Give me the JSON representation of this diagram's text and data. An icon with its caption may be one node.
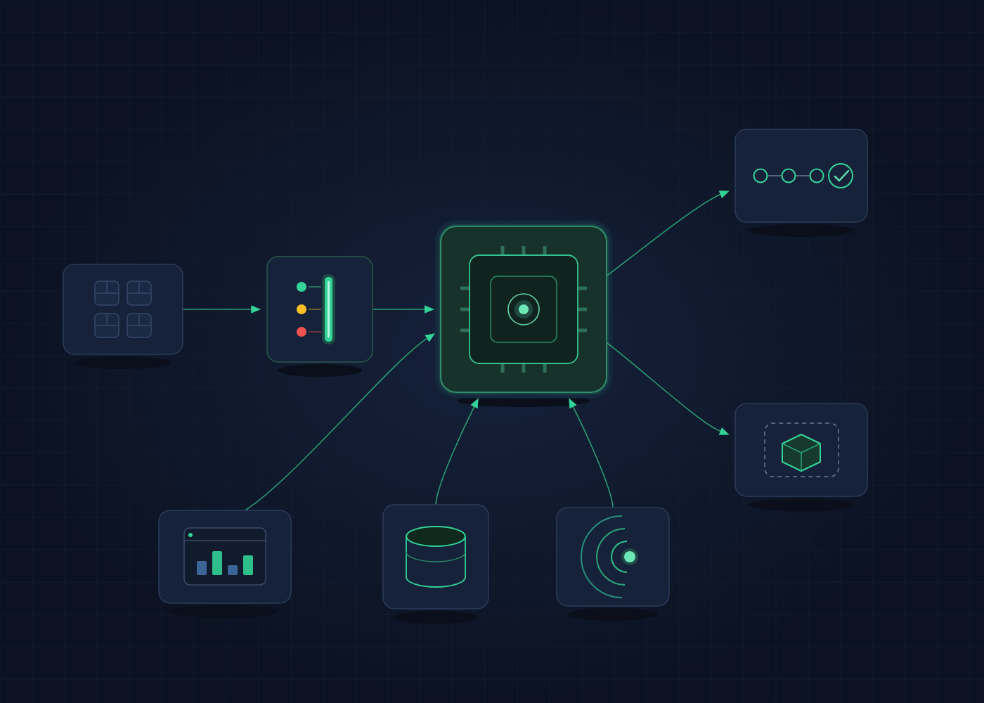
{
  "diagram": {
    "nodes": [
      {
        "text": [],
        "shape": "box"
      },
      {
        "text": [],
        "shape": "box"
      },
      {
        "text": [],
        "shape": "box"
      },
      {
        "text": [],
        "shape": "box"
      },
      {
        "text": [],
        "shape": "box"
      },
      {
        "text": [],
        "shape": "box"
      },
      {
        "text": [],
        "shape": "box"
      },
      {
        "text": [],
        "shape": "box"
      }
    ],
    "edges": [
      {
        "from": 0,
        "to": 1,
        "arrow": "to"
      },
      {
        "from": 1,
        "to": 2,
        "arrow": "to"
      },
      {
        "from": 5,
        "to": 2,
        "arrow": "to"
      },
      {
        "from": 6,
        "to": 2,
        "arrow": "to"
      },
      {
        "from": 7,
        "to": 2,
        "arrow": "to"
      },
      {
        "from": 2,
        "to": 3,
        "arrow": "to"
      },
      {
        "from": 2,
        "to": 4,
        "arrow": "to"
      }
    ]
  }
}
